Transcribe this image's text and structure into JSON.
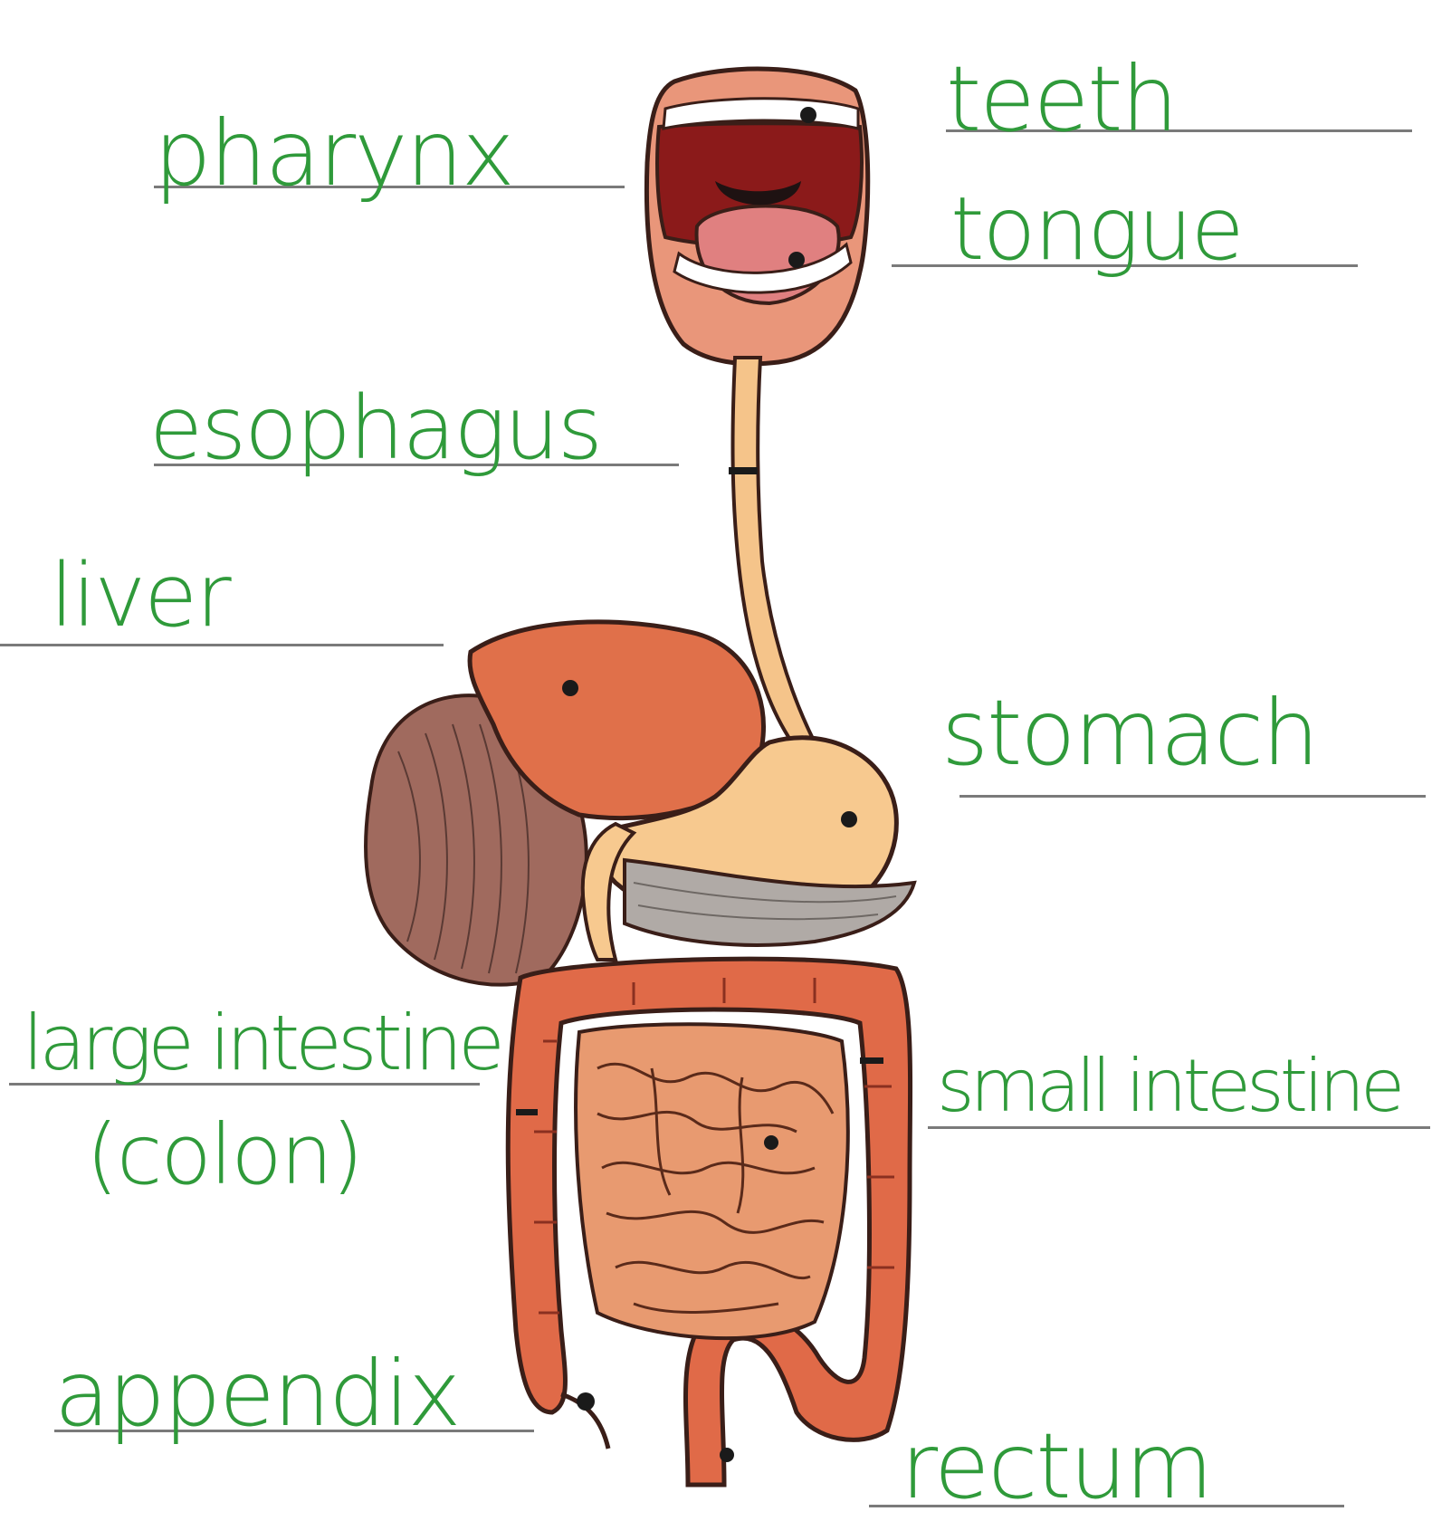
{
  "labels": {
    "pharynx": "pharynx",
    "teeth": "teeth",
    "tongue": "tongue",
    "esophagus": "esophagus",
    "liver": "liver",
    "stomach": "stomach",
    "large_intestine": "large intestine",
    "colon": "(colon)",
    "small_intestine": "small intestine",
    "appendix": "appendix",
    "rectum": "rectum"
  },
  "colors": {
    "label_text": "#2f9a3a",
    "leader_line": "#7a7a7a",
    "mouth_lips": "#e9967a",
    "mouth_cavity": "#8b1a1a",
    "tongue": "#e08080",
    "teeth": "#ffffff",
    "esophagus": "#f5c48a",
    "liver": "#e0704a",
    "gallbladder": "#a06a5e",
    "stomach": "#f7c98f",
    "pancreas": "#b0aaa6",
    "large_intestine": "#e06a48",
    "small_intestine": "#e89a70",
    "outline": "#3a1e18",
    "pointer_dot": "#1a1a1a"
  }
}
